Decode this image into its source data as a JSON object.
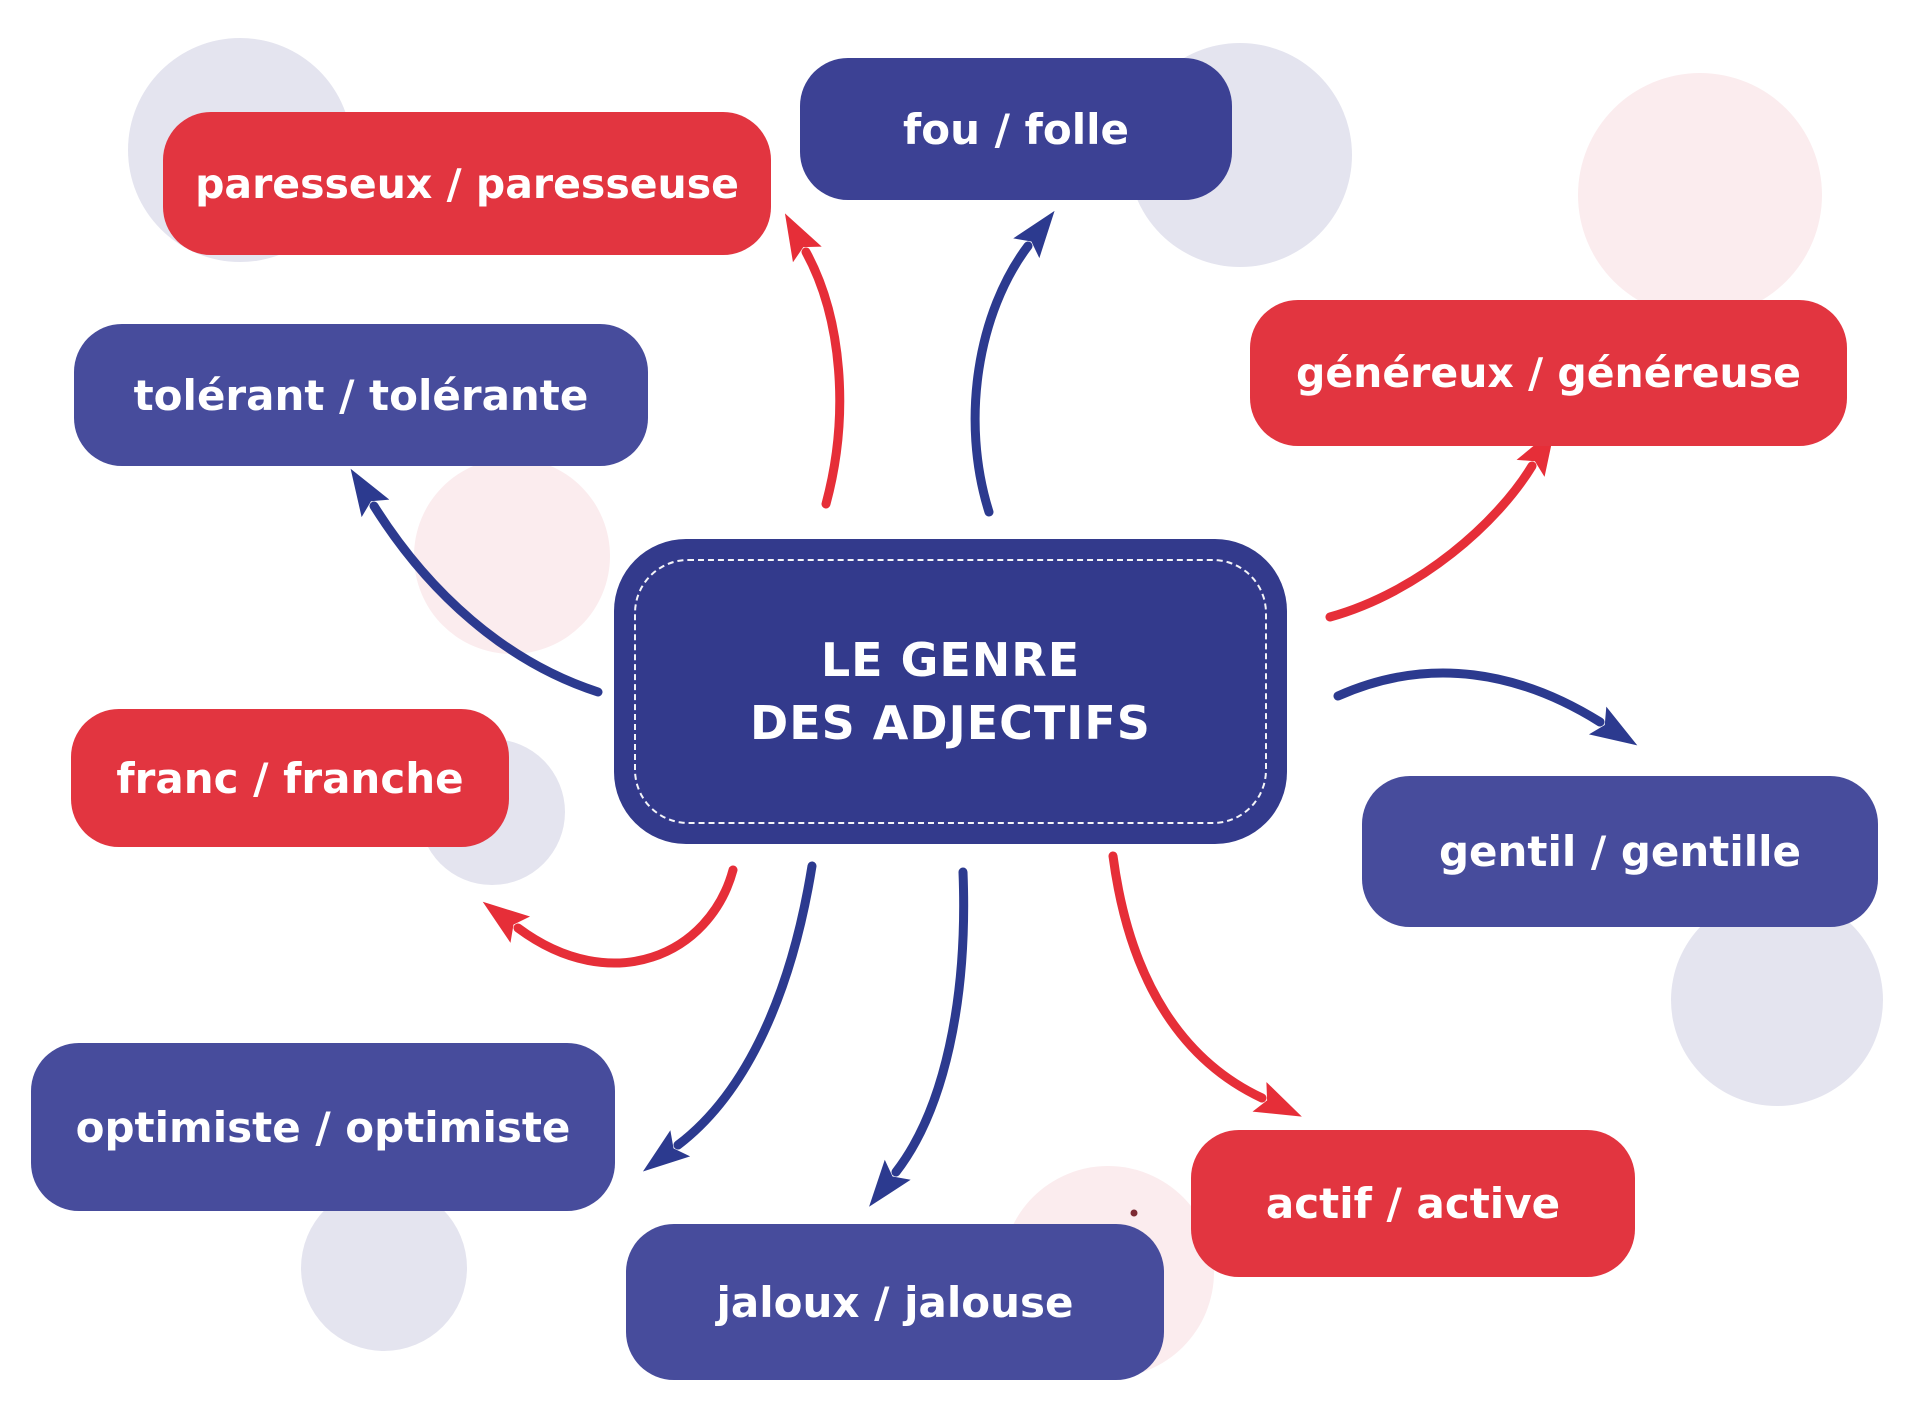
{
  "diagram": {
    "type": "mindmap",
    "language": "French",
    "topic": "LE GENRE DES ADJECTIFS"
  },
  "title": {
    "line1": "LE GENRE",
    "line2": "DES ADJECTIFS"
  },
  "nodes": [
    {
      "id": "paresseux",
      "label": "paresseux / paresseuse",
      "color": "red",
      "hex": "#e23540"
    },
    {
      "id": "fou",
      "label": "fou / folle",
      "color": "blue-dark",
      "hex": "#3c4194"
    },
    {
      "id": "genereux",
      "label": "généreux / généreuse",
      "color": "red",
      "hex": "#e23540"
    },
    {
      "id": "tolerant",
      "label": "tolérant / tolérante",
      "color": "blue",
      "hex": "#474c9c"
    },
    {
      "id": "franc",
      "label": "franc / franche",
      "color": "red",
      "hex": "#e23540"
    },
    {
      "id": "gentil",
      "label": "gentil / gentille",
      "color": "blue",
      "hex": "#474c9c"
    },
    {
      "id": "optimiste",
      "label": "optimiste / optimiste",
      "color": "blue",
      "hex": "#474c9c"
    },
    {
      "id": "actif",
      "label": "actif / active",
      "color": "red",
      "hex": "#e23540"
    },
    {
      "id": "jaloux",
      "label": "jaloux / jalouse",
      "color": "blue",
      "hex": "#474c9c"
    }
  ],
  "connections": [
    {
      "from": "center",
      "to": "paresseux",
      "arrow_color": "#e62e38"
    },
    {
      "from": "center",
      "to": "fou",
      "arrow_color": "#2c3a8f"
    },
    {
      "from": "center",
      "to": "genereux",
      "arrow_color": "#e62e38"
    },
    {
      "from": "center",
      "to": "tolerant",
      "arrow_color": "#2c3a8f"
    },
    {
      "from": "center",
      "to": "franc",
      "arrow_color": "#e62e38"
    },
    {
      "from": "center",
      "to": "gentil",
      "arrow_color": "#2c3a8f"
    },
    {
      "from": "center",
      "to": "optimiste",
      "arrow_color": "#2c3a8f"
    },
    {
      "from": "center",
      "to": "actif",
      "arrow_color": "#e62e38"
    },
    {
      "from": "center",
      "to": "jaloux",
      "arrow_color": "#2c3a8f"
    }
  ],
  "colors": {
    "background": "#ffffff",
    "center_box": "#333a8c",
    "red_box": "#e23540",
    "blue_box": "#474c9c",
    "blue_dark_box": "#3c4194",
    "arrow_red": "#e62e38",
    "arrow_blue": "#2c3a8f",
    "decor_lavender": "#e4e4ef",
    "decor_pink": "#fbecee",
    "text": "#ffffff"
  }
}
